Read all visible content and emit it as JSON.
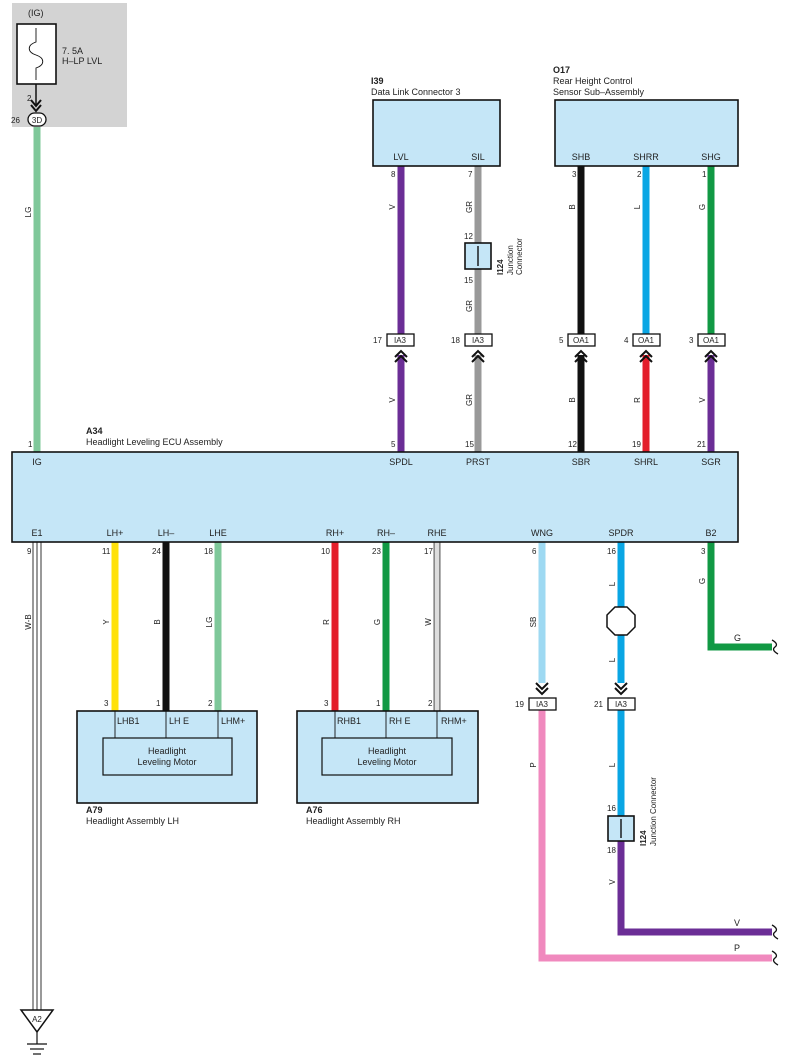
{
  "colors": {
    "LG": "#7fc89a",
    "V": "#6b2e96",
    "GR": "#999999",
    "B": "#111111",
    "L": "#0aa6e4",
    "G": "#119944",
    "R": "#e31e2b",
    "Y": "#ffe10a",
    "W": "#dddddd",
    "SB": "#9ed9f2",
    "P": "#f089be",
    "W-B": "#333333",
    "box_fill": "#c5e6f7",
    "fuse_panel": "#d3d3d3"
  },
  "fuse": {
    "supply": "(IG)",
    "rating": "7. 5A",
    "name": "H–LP LVL",
    "pin_out": "2",
    "connector": "3D",
    "connector_pin": "26"
  },
  "dlc": {
    "code": "I39",
    "name": "Data Link Connector 3",
    "terminals": [
      "LVL",
      "SIL"
    ],
    "pins": [
      "8",
      "7"
    ]
  },
  "sensor": {
    "code": "O17",
    "name_line1": "Rear Height Control",
    "name_line2": "Sensor Sub–Assembly",
    "terminals": [
      "SHB",
      "SHRR",
      "SHG"
    ],
    "pins": [
      "3",
      "2",
      "1"
    ]
  },
  "junction_top": {
    "code": "I124",
    "name_line1": "Junction",
    "name_line2": "Connector",
    "pin_in": "12",
    "pin_out": "15"
  },
  "junction_bottom": {
    "code": "I124",
    "name": "Junction Connector",
    "pin_in": "16",
    "pin_out": "18"
  },
  "inline_connectors": [
    {
      "label": "IA3",
      "pin": "17"
    },
    {
      "label": "IA3",
      "pin": "18"
    },
    {
      "label": "OA1",
      "pin": "5"
    },
    {
      "label": "OA1",
      "pin": "4"
    },
    {
      "label": "OA1",
      "pin": "3"
    },
    {
      "label": "IA3",
      "pin": "19"
    },
    {
      "label": "IA3",
      "pin": "21"
    }
  ],
  "ecu": {
    "code": "A34",
    "name": "Headlight Leveling ECU Assembly",
    "top_terminals": [
      {
        "name": "IG",
        "pin": "1"
      },
      {
        "name": "SPDL",
        "pin": "5"
      },
      {
        "name": "PRST",
        "pin": "15"
      },
      {
        "name": "SBR",
        "pin": "12"
      },
      {
        "name": "SHRL",
        "pin": "19"
      },
      {
        "name": "SGR",
        "pin": "21"
      }
    ],
    "bottom_terminals": [
      {
        "name": "E1",
        "pin": "9"
      },
      {
        "name": "LH+",
        "pin": "11"
      },
      {
        "name": "LH–",
        "pin": "24"
      },
      {
        "name": "LHE",
        "pin": "18"
      },
      {
        "name": "RH+",
        "pin": "10"
      },
      {
        "name": "RH–",
        "pin": "23"
      },
      {
        "name": "RHE",
        "pin": "17"
      },
      {
        "name": "WNG",
        "pin": "6"
      },
      {
        "name": "SPDR",
        "pin": "16"
      },
      {
        "name": "B2",
        "pin": "3"
      }
    ]
  },
  "lh_assembly": {
    "code": "A79",
    "name": "Headlight Assembly LH",
    "motor_line1": "Headlight",
    "motor_line2": "Leveling Motor",
    "terminals": [
      "LHB1",
      "LH E",
      "LHM+"
    ],
    "pins": [
      "3",
      "1",
      "2"
    ]
  },
  "rh_assembly": {
    "code": "A76",
    "name": "Headlight Assembly RH",
    "motor_line1": "Headlight",
    "motor_line2": "Leveling Motor",
    "terminals": [
      "RHB1",
      "RH E",
      "RHM+"
    ],
    "pins": [
      "3",
      "1",
      "2"
    ]
  },
  "wires": [
    {
      "id": "ig",
      "color": "LG"
    },
    {
      "id": "lvl-upper",
      "color": "V"
    },
    {
      "id": "sil-upper-a",
      "color": "GR"
    },
    {
      "id": "sil-upper-b",
      "color": "GR"
    },
    {
      "id": "shb-upper",
      "color": "B"
    },
    {
      "id": "shrr-upper",
      "color": "L"
    },
    {
      "id": "shg-upper",
      "color": "G"
    },
    {
      "id": "spdl-lower",
      "color": "V"
    },
    {
      "id": "prst-lower",
      "color": "GR"
    },
    {
      "id": "sbr-lower",
      "color": "B"
    },
    {
      "id": "shrl-lower",
      "color": "R"
    },
    {
      "id": "sgr-lower",
      "color": "V"
    },
    {
      "id": "e1",
      "color": "W-B"
    },
    {
      "id": "lhplus",
      "color": "Y"
    },
    {
      "id": "lhminus",
      "color": "B"
    },
    {
      "id": "lhe",
      "color": "LG"
    },
    {
      "id": "rhplus",
      "color": "R"
    },
    {
      "id": "rhminus",
      "color": "G"
    },
    {
      "id": "rhe",
      "color": "W"
    },
    {
      "id": "wng-upper",
      "color": "SB"
    },
    {
      "id": "wng-lower",
      "color": "P"
    },
    {
      "id": "spdr-a",
      "color": "L"
    },
    {
      "id": "spdr-b",
      "color": "L"
    },
    {
      "id": "spdr-c",
      "color": "L"
    },
    {
      "id": "spdr-d",
      "color": "V"
    },
    {
      "id": "b2",
      "color": "G"
    }
  ],
  "exit_labels": [
    "G",
    "V",
    "P"
  ],
  "ground": {
    "label": "A2"
  }
}
